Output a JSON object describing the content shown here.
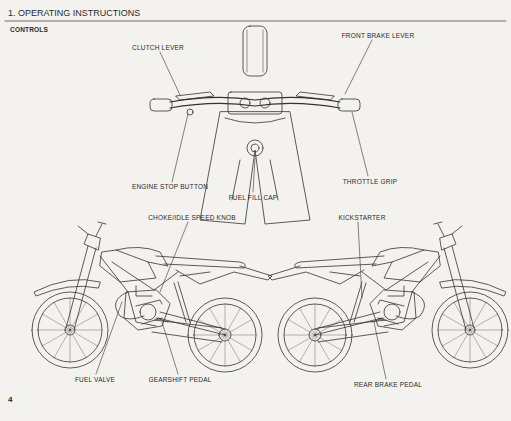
{
  "diagram": {
    "title": "1. OPERATING INSTRUCTIONS",
    "labels": [
      "CONTROLS",
      "CLUTCH LEVER",
      "FRONT BRAKE LEVER",
      "ENGINE STOP BUTTON",
      "FUEL FILL CAP",
      "THROTTLE GRIP",
      "CHOKE/IDLE SPEED KNOB",
      "KICKSTARTER",
      "FUEL VALVE",
      "GEARSHIFT PEDAL",
      "REAR BRAKE PEDAL",
      "4"
    ]
  }
}
